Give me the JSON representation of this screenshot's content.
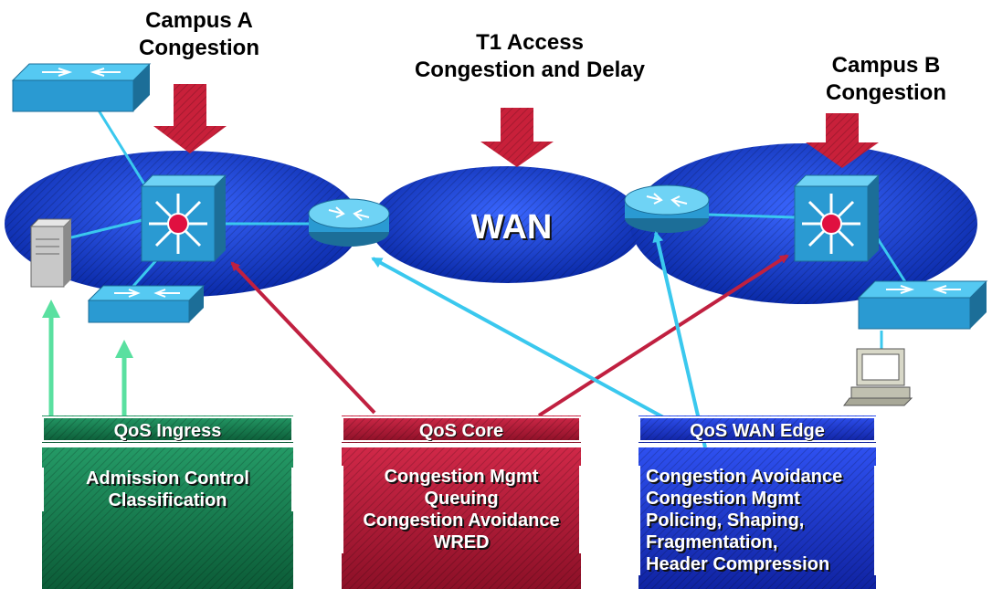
{
  "labels": {
    "campus_a": [
      "Campus A",
      "Congestion"
    ],
    "t1": [
      "T1 Access",
      "Congestion and Delay"
    ],
    "campus_b": [
      "Campus B",
      "Congestion"
    ],
    "wan": "WAN"
  },
  "boxes": {
    "ingress": {
      "title": "QoS Ingress",
      "lines": [
        "Admission Control",
        "Classification"
      ]
    },
    "core": {
      "title": "QoS Core",
      "lines": [
        "Congestion Mgmt",
        "Queuing",
        "Congestion Avoidance",
        "WRED"
      ]
    },
    "wan_edge": {
      "title": "QoS WAN Edge",
      "lines": [
        "Congestion Avoidance",
        "Congestion Mgmt",
        "Policing, Shaping,",
        "Fragmentation,",
        "Header Compression"
      ]
    }
  },
  "colors": {
    "campus": "#1a3fd0",
    "ingress": "#1f8f5c",
    "core": "#c8203a",
    "wan_edge": "#1f3fe0",
    "cyan_line": "#3ac8ee",
    "red_arrow": "#c02040",
    "green_arrow": "#5ae0a0"
  }
}
